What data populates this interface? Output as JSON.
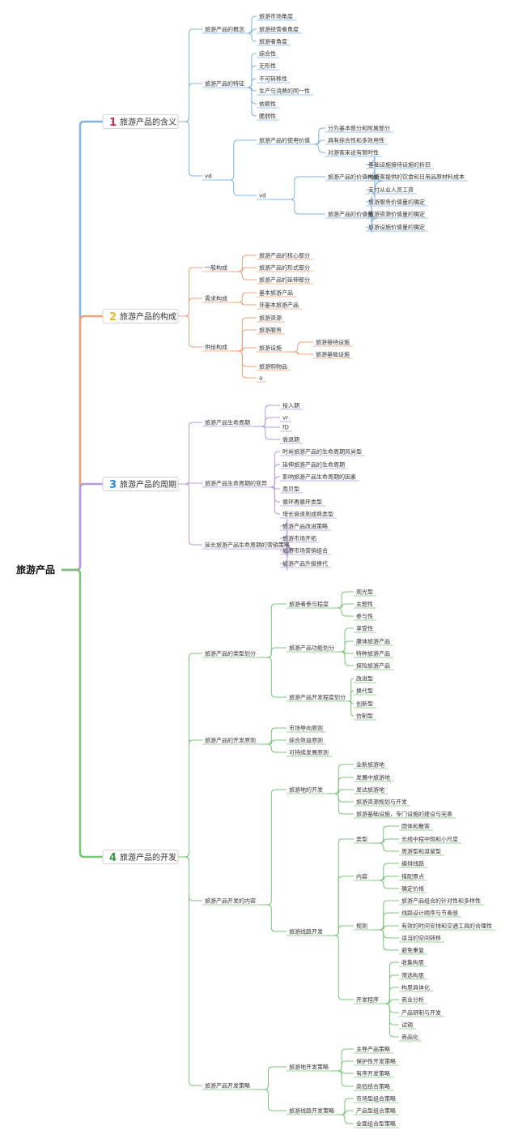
{
  "root": "旅游产品",
  "branches": [
    {
      "num": "1",
      "label": "旅游产品的含义",
      "color": "#7fb5e6",
      "num_color": "#c62a4a",
      "children": [
        {
          "label": "旅游产品的概念",
          "children": [
            {
              "label": "旅游市场角度"
            },
            {
              "label": "旅游经营者角度"
            },
            {
              "label": "旅游者角度"
            }
          ]
        },
        {
          "label": "旅游产品的特征",
          "children": [
            {
              "label": "综合性"
            },
            {
              "label": "无形性"
            },
            {
              "label": "不可转移性"
            },
            {
              "label": "生产与消费的同一性"
            },
            {
              "label": "依赖性"
            },
            {
              "label": "脆弱性"
            }
          ]
        },
        {
          "label": "vd",
          "children": [
            {
              "label": "旅游产品的使用价值",
              "children": [
                {
                  "label": "分为基本部分和附属部分"
                },
                {
                  "label": "具有综合性和多效用性"
                },
                {
                  "label": "对游客来说有暂时性"
                }
              ]
            },
            {
              "label": "vd",
              "children": [
                {
                  "label": "旅游产品的价值构成",
                  "children": [
                    {
                      "label": "基础设施接待设施的折旧"
                    },
                    {
                      "label": "向游客提供的饮食和日用品原材料成本"
                    },
                    {
                      "label": "支付从业人员工资"
                    }
                  ]
                },
                {
                  "label": "旅游产品的价值量",
                  "children": [
                    {
                      "label": "旅游服务价值量的确定"
                    },
                    {
                      "label": "旅游资源价值量的确定"
                    },
                    {
                      "label": "旅游设施价值量的确定"
                    }
                  ]
                }
              ]
            }
          ]
        }
      ]
    },
    {
      "num": "2",
      "label": "旅游产品的构成",
      "color": "#f0a277",
      "num_color": "#e8b92a",
      "children": [
        {
          "label": "一般构成",
          "children": [
            {
              "label": "旅游产品的核心部分"
            },
            {
              "label": "旅游产品的形式部分"
            },
            {
              "label": "旅游产品的延伸部分"
            }
          ]
        },
        {
          "label": "需求构成",
          "children": [
            {
              "label": "基本旅游产品"
            },
            {
              "label": "非基本旅游产品"
            }
          ]
        },
        {
          "label": "供给构成",
          "children": [
            {
              "label": "旅游资源"
            },
            {
              "label": "旅游服务"
            },
            {
              "label": "旅游设施",
              "children": [
                {
                  "label": "旅游接待设施"
                },
                {
                  "label": "旅游基础设施"
                }
              ]
            },
            {
              "label": "旅游购物品"
            },
            {
              "label": "a"
            }
          ]
        }
      ]
    },
    {
      "num": "3",
      "label": "旅游产品的周期",
      "color": "#b49be0",
      "num_color": "#2a8fd6",
      "children": [
        {
          "label": "旅游产品生命周期",
          "children": [
            {
              "label": "投入期"
            },
            {
              "label": "vr"
            },
            {
              "label": "fD"
            },
            {
              "label": "衰退期"
            }
          ]
        },
        {
          "label": "旅游产品生命周期的变异",
          "children": [
            {
              "label": "时尚旅游产品的生命周期风尚型"
            },
            {
              "label": "延伸旅游产品的生命周期"
            },
            {
              "label": "影响旅游产品生命周期的因素"
            },
            {
              "label": "扇贝型"
            },
            {
              "label": "循环再循环类型"
            },
            {
              "label": "增长衰退到成熟类型"
            }
          ]
        },
        {
          "label": "延长旅游产品生命周期的营销策略",
          "children": [
            {
              "label": "旅游产品改进策略"
            },
            {
              "label": "旅游市场开拓"
            },
            {
              "label": "旅游市场营销组合"
            },
            {
              "label": "旅游产品升级换代"
            }
          ]
        }
      ]
    },
    {
      "num": "4",
      "label": "旅游产品的开发",
      "color": "#7bc57b",
      "num_color": "#3a9a3a",
      "children": [
        {
          "label": "旅游产品的类型划分",
          "children": [
            {
              "label": "旅游者参与程度",
              "children": [
                {
                  "label": "观光型"
                },
                {
                  "label": "主题性"
                },
                {
                  "label": "参与性"
                }
              ]
            },
            {
              "label": "旅游产品功能划分",
              "children": [
                {
                  "label": "享受性"
                },
                {
                  "label": "康体旅游产品"
                },
                {
                  "label": "特种旅游产品"
                },
                {
                  "label": "探险旅游产品"
                }
              ]
            },
            {
              "label": "旅游产品开发程度划分",
              "children": [
                {
                  "label": "改进型"
                },
                {
                  "label": "换代型"
                },
                {
                  "label": "创新型"
                },
                {
                  "label": "仿制型"
                }
              ]
            }
          ]
        },
        {
          "label": "旅游产品的开发原则",
          "children": [
            {
              "label": "市场导向原则"
            },
            {
              "label": "综合效益原则"
            },
            {
              "label": "可持续发展原则"
            }
          ]
        },
        {
          "label": "旅游产品开发的内容",
          "children": [
            {
              "label": "旅游地的开发",
              "children": [
                {
                  "label": "全新旅游地"
                },
                {
                  "label": "发展中旅游地"
                },
                {
                  "label": "发达旅游地"
                },
                {
                  "label": "旅游资源规划与开发"
                },
                {
                  "label": "旅游基础设施，专门设施的建设与完善"
                }
              ]
            },
            {
              "label": "旅游线路开发",
              "children": [
                {
                  "label": "类型",
                  "children": [
                    {
                      "label": "团体和散客"
                    },
                    {
                      "label": "长线中程中短和小尺度"
                    },
                    {
                      "label": "周游型和逗留型"
                    }
                  ]
                },
                {
                  "label": "内容",
                  "children": [
                    {
                      "label": "编排线路"
                    },
                    {
                      "label": "搭配景点"
                    },
                    {
                      "label": "确定价格"
                    }
                  ]
                },
                {
                  "label": "规则",
                  "children": [
                    {
                      "label": "旅游产品组合的针对性和多样性"
                    },
                    {
                      "label": "线路设计顺序与节奏感"
                    },
                    {
                      "label": "有效的时间安排和交通工具的合理性"
                    },
                    {
                      "label": "适当的空间转移"
                    },
                    {
                      "label": "避免重复"
                    }
                  ]
                },
                {
                  "label": "开发程序",
                  "children": [
                    {
                      "label": "收集构思"
                    },
                    {
                      "label": "筛选构思"
                    },
                    {
                      "label": "构思具体化"
                    },
                    {
                      "label": "商业分析"
                    },
                    {
                      "label": "产品研制与开发"
                    },
                    {
                      "label": "试销"
                    },
                    {
                      "label": "商品化"
                    }
                  ]
                }
              ]
            }
          ]
        },
        {
          "label": "旅游产品开发策略",
          "children": [
            {
              "label": "旅游地开发策略",
              "children": [
                {
                  "label": "主导产品策略"
                },
                {
                  "label": "保护性开发策略"
                },
                {
                  "label": "有序开发策略"
                },
                {
                  "label": "高低结合策略"
                }
              ]
            },
            {
              "label": "旅游线路开发策略",
              "children": [
                {
                  "label": "市场型组合策略"
                },
                {
                  "label": "产品型组合策略"
                },
                {
                  "label": "全面组合型策略"
                }
              ]
            }
          ]
        }
      ]
    }
  ]
}
